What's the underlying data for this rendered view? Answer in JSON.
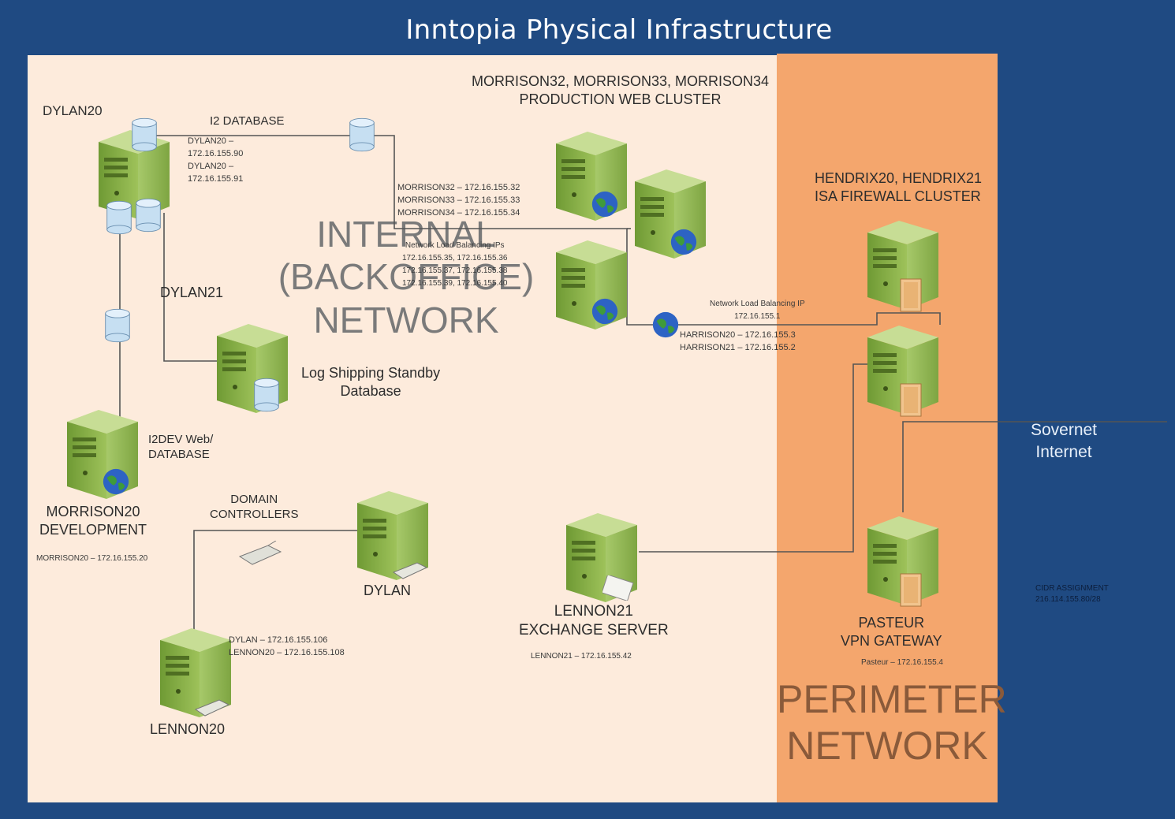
{
  "title": "Inntopia Physical Infrastructure",
  "zones": {
    "internal": [
      "INTERNAL",
      "(BACKOFFICE)",
      "NETWORK"
    ],
    "perimeter": [
      "PERIMETER",
      "NETWORK"
    ]
  },
  "nodes": {
    "dylan20": "DYLAN20",
    "i2_database": "I2 DATABASE",
    "dylan20_ips": [
      "DYLAN20 –",
      "172.16.155.90",
      "DYLAN20 –",
      "172.16.155.91"
    ],
    "dylan21": "DYLAN21",
    "log_shipping": [
      "Log Shipping Standby",
      "Database"
    ],
    "i2dev": [
      "I2DEV Web/",
      "DATABASE"
    ],
    "morrison20": [
      "MORRISON20",
      "DEVELOPMENT"
    ],
    "morrison20_ip": "MORRISON20 – 172.16.155.20",
    "domain_controllers": [
      "DOMAIN",
      "CONTROLLERS"
    ],
    "dylan": "DYLAN",
    "dc_ips": [
      "DYLAN – 172.16.155.106",
      "LENNON20 – 172.16.155.108"
    ],
    "lennon20": "LENNON20",
    "web_cluster": [
      "MORRISON32, MORRISON33, MORRISON34",
      "PRODUCTION WEB CLUSTER"
    ],
    "morrison_ips": [
      "MORRISON32 – 172.16.155.32",
      "MORRISON33 – 172.16.155.33",
      "MORRISON34 – 172.16.155.34"
    ],
    "nlb_ips": [
      "Network Load Balancing IPs",
      "172.16.155.35, 172.16.155.36",
      "172.16.155.37, 172.16.155.38",
      "172.16.155.39, 172.16.155.40"
    ],
    "nlb_ip": [
      "Network Load Balancing IP",
      "172.16.155.1"
    ],
    "harrison_ips": [
      "HARRISON20 – 172.16.155.3",
      "HARRISON21 – 172.16.155.2"
    ],
    "hendrix": [
      "HENDRIX20, HENDRIX21",
      "ISA FIREWALL CLUSTER"
    ],
    "lennon21": [
      "LENNON21",
      "EXCHANGE SERVER"
    ],
    "lennon21_ip": "LENNON21 – 172.16.155.42",
    "pasteur": [
      "PASTEUR",
      "VPN GATEWAY"
    ],
    "pasteur_ip": "Pasteur – 172.16.155.4",
    "sovernet": [
      "Sovernet",
      "Internet"
    ],
    "cidr": [
      "CIDR ASSIGNMENT",
      "216.114.155.80/28"
    ]
  },
  "colors": {
    "frame": "#1f4a82",
    "internal_zone": "#fdebdc",
    "perimeter_zone": "#f4a66d",
    "server_green": "#8db04a",
    "wire": "#555555"
  }
}
